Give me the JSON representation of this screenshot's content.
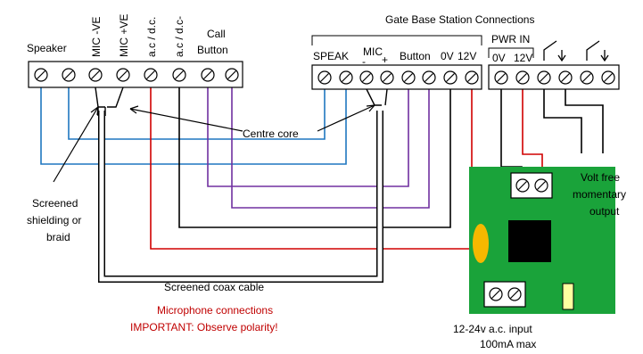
{
  "title": "Gate Base Station Connections",
  "left_block": {
    "speaker": "Speaker",
    "mic_minus": "MIC -VE",
    "mic_plus": "MIC +VE",
    "ac_plus": "a.c / d.c.",
    "ac_minus": "a.c / d.c-",
    "call_line1": "Call",
    "call_line2": "Button"
  },
  "base_block": {
    "speak": "SPEAK",
    "mic": "MIC",
    "mic_minus_sign": "-",
    "mic_plus_sign": "+",
    "button": "Button",
    "zero_v": "0V",
    "twelve_v": "12V"
  },
  "power_block": {
    "pwr_in": "PWR IN",
    "zero_v": "0V",
    "twelve_v": "12V"
  },
  "annotations": {
    "centre_core": "Centre core",
    "screened_line1": "Screened",
    "screened_line2": "shielding or",
    "screened_line3": "braid",
    "coax": "Screened coax cable",
    "mic_conn": "Microphone connections",
    "polarity": "IMPORTANT: Observe polarity!",
    "volt_line1": "Volt free",
    "volt_line2": "momentary",
    "volt_line3": "output",
    "input_line1": "12-24v a.c. input",
    "input_line2": "100mA max"
  },
  "colors": {
    "speaker_wire": "#1f77c0",
    "power_wire": "#d00000",
    "button_wire": "#7030a0",
    "ground_wire": "#000000",
    "pcb": "#1aa33a",
    "capacitor": "#f5b800",
    "notice_text": "#c00000"
  }
}
